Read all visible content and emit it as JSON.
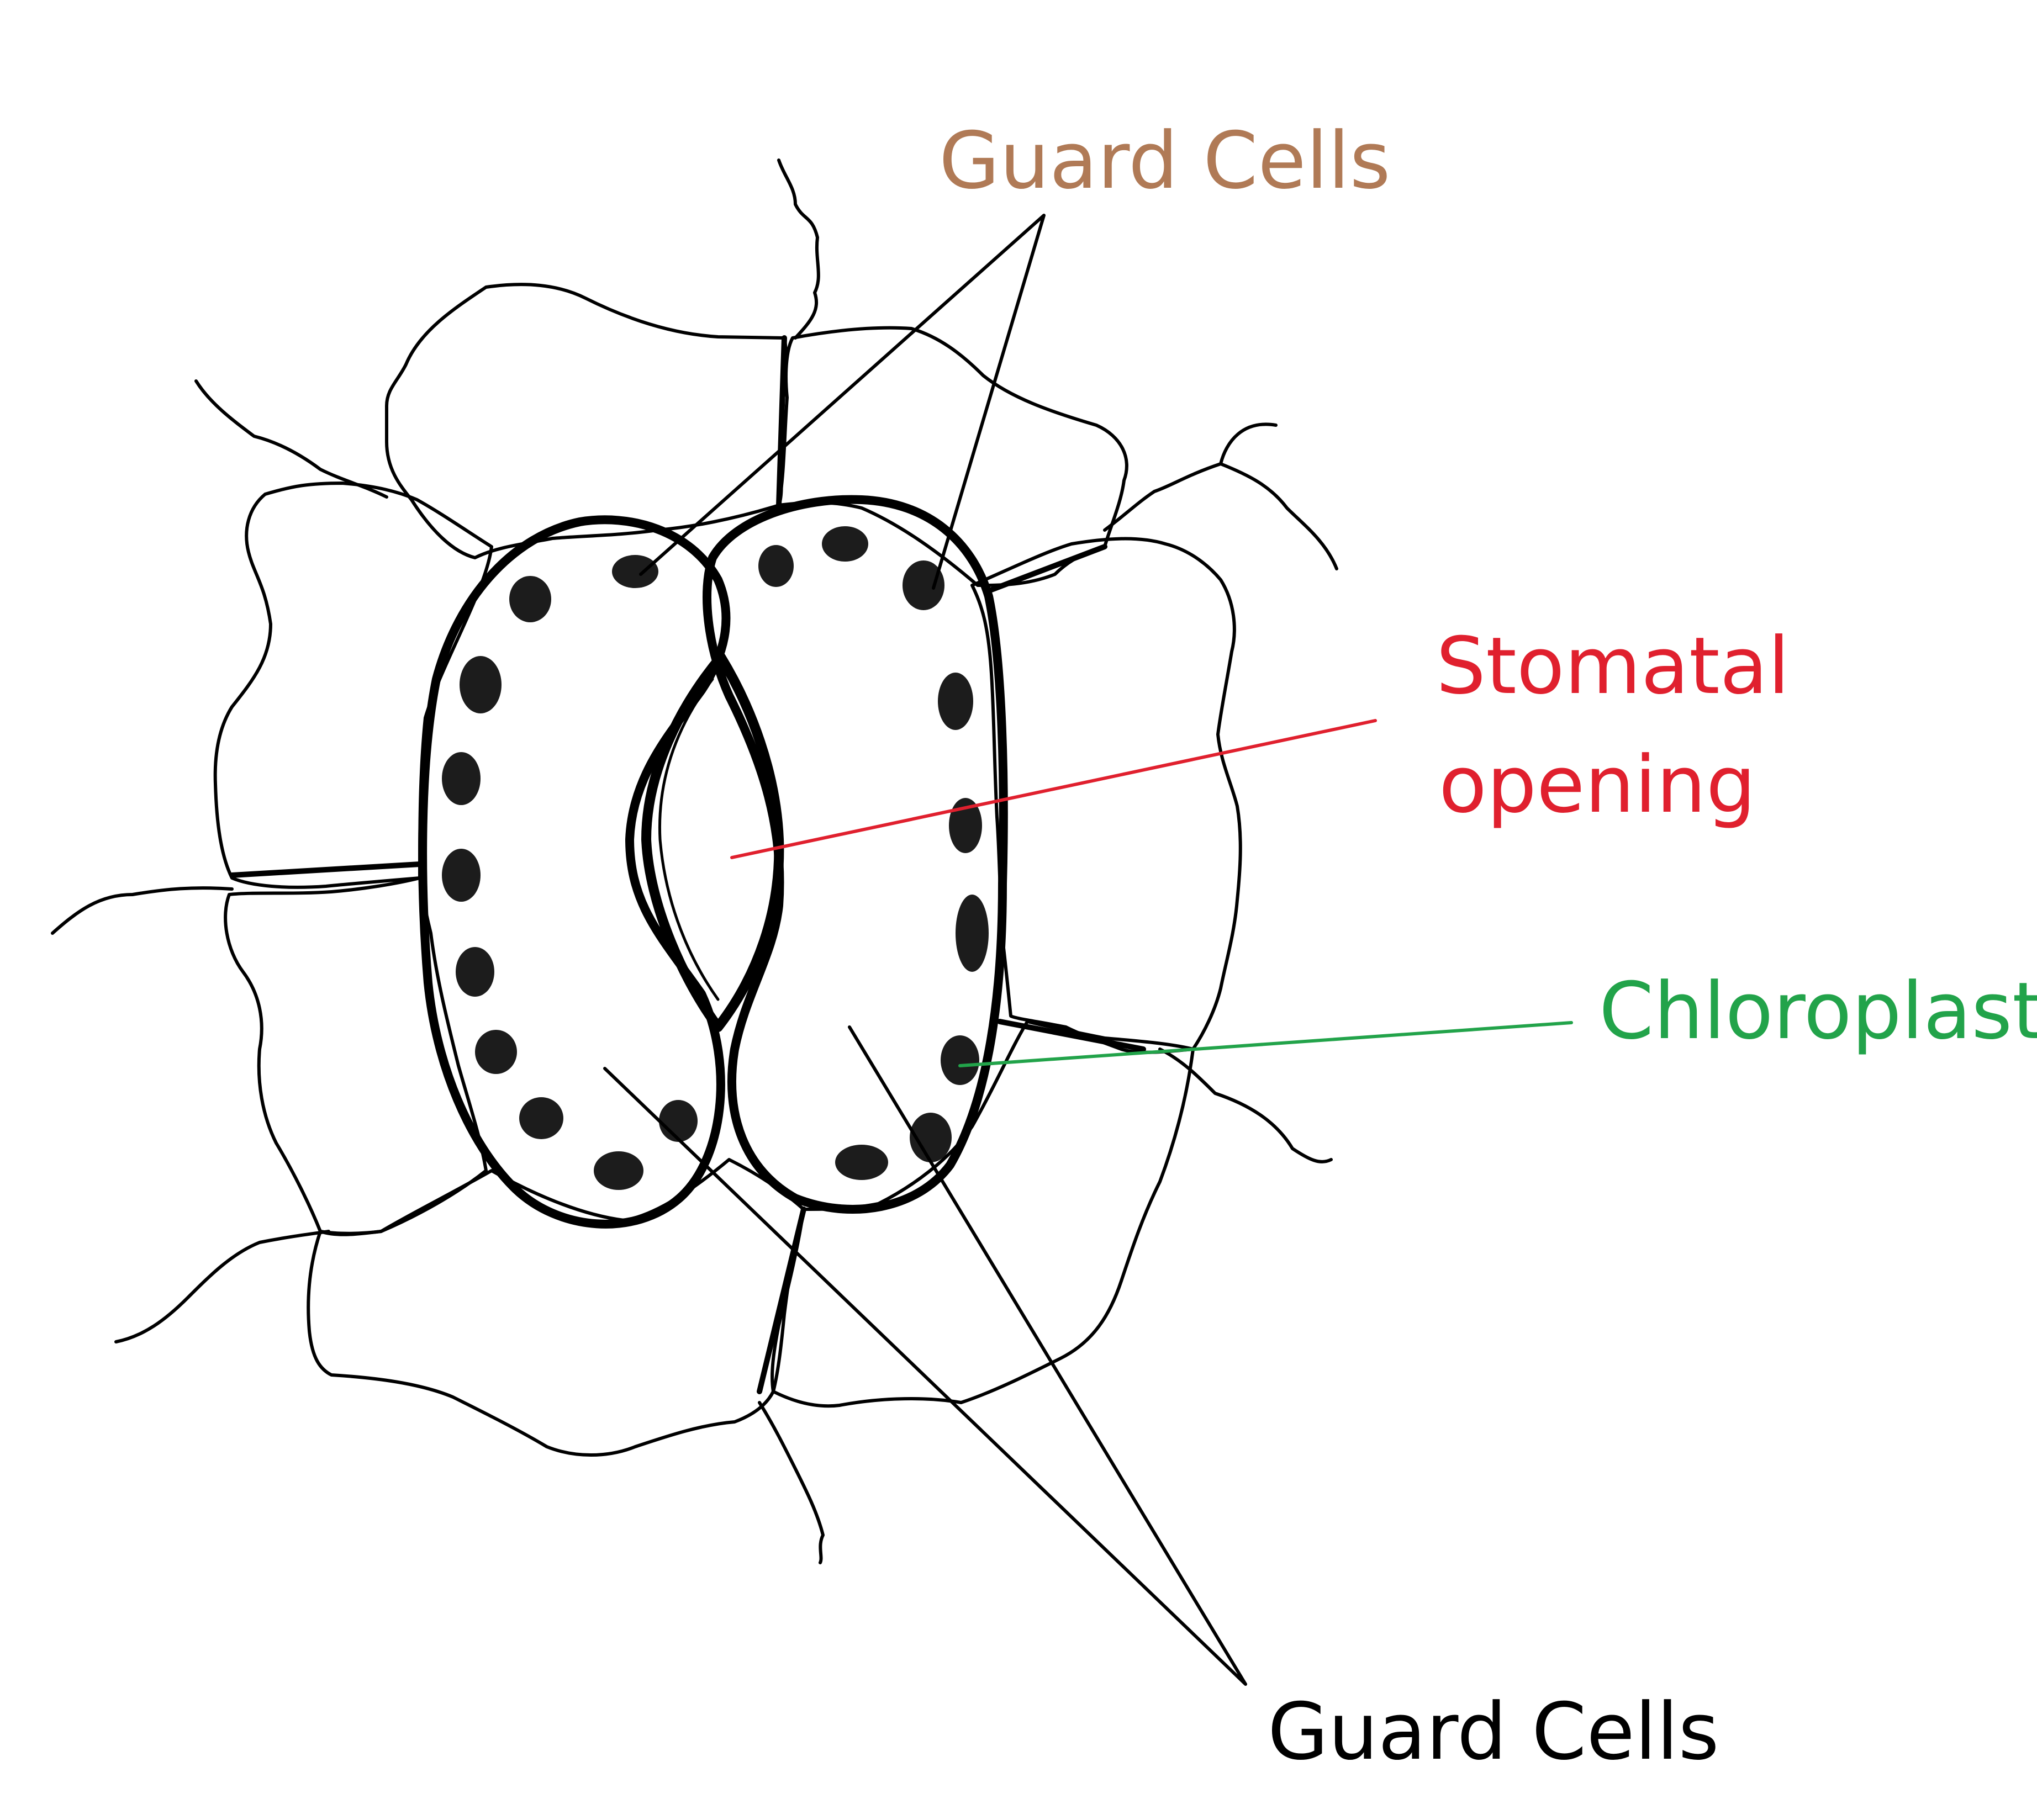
{
  "labels": {
    "guard_cells_top": "Guard Cells",
    "stomatal_opening_line1": "Stomatal",
    "stomatal_opening_line2": "opening",
    "chloroplast": "Chloroplast",
    "guard_cells_bottom": "Guard Cells"
  },
  "colors": {
    "guard_cells_top": "#b07a56",
    "stomatal_opening": "#e0202e",
    "chloroplast": "#22a34a",
    "guard_cells_bottom": "#000000",
    "outline": "#000000",
    "chloroplast_fill": "#1c1c1c"
  }
}
